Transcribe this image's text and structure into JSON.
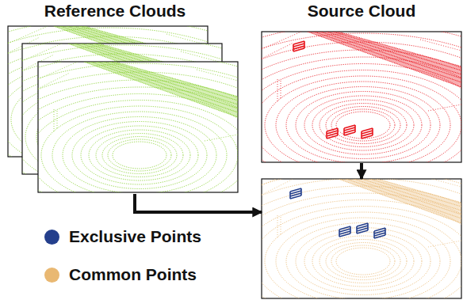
{
  "diagram": {
    "nodes": [
      {
        "text": [
          "Reference Clouds"
        ]
      },
      {
        "text": [
          "Source Cloud"
        ]
      },
      {
        "text": []
      }
    ],
    "edges": [
      {
        "from": 0,
        "to": 2,
        "arrow": "to"
      },
      {
        "from": 1,
        "to": 2,
        "arrow": "to"
      }
    ],
    "legend": [
      {
        "text": "Exclusive Points",
        "color": "#243f8c"
      },
      {
        "text": "Common Points",
        "color": "#e9b872"
      }
    ]
  }
}
